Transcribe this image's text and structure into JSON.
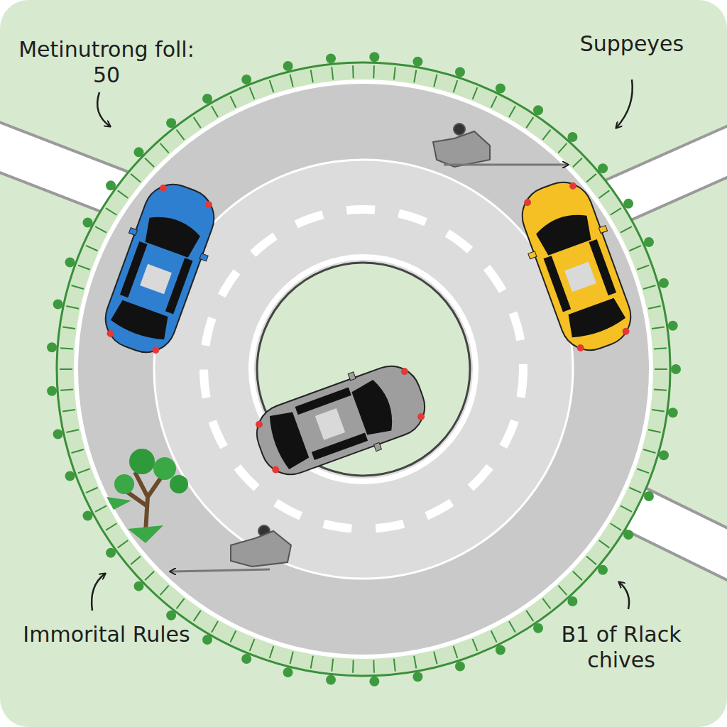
{
  "diagram": {
    "labels": [
      "Metinutrong foll: 50",
      "Suppeyes",
      "Immorital Rules",
      "B1 of Rlack chives"
    ]
  }
}
